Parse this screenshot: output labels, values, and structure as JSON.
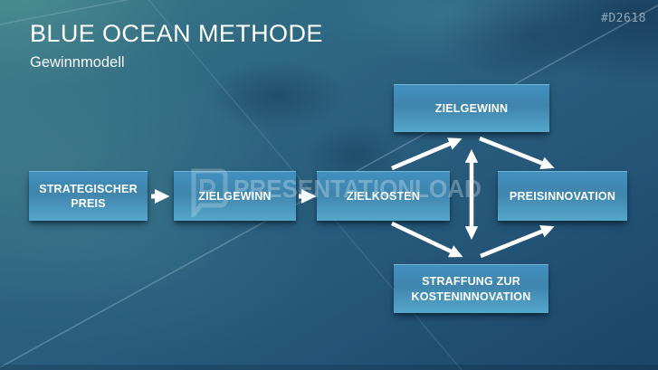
{
  "slide": {
    "title": "BLUE OCEAN METHODE",
    "subtitle": "Gewinnmodell",
    "code": "#D2618"
  },
  "watermark": {
    "text": "PRESENTATIONLOAD"
  },
  "diagram": {
    "flow_boxes": [
      {
        "label": "STRATEGISCHER PREIS"
      },
      {
        "label": "ZIELGEWINN"
      },
      {
        "label": "ZIELKOSTEN"
      }
    ],
    "diamond_boxes": {
      "top": {
        "label": "ZIELGEWINN"
      },
      "right": {
        "label": "PREISINNOVATION"
      },
      "bottom": {
        "label": "STRAFFUNG ZUR KOSTENINNOVATION"
      }
    },
    "colors": {
      "box_top": "#4290bf",
      "box_mid": "#3f85ad",
      "box_bottom": "#55a7cb",
      "arrow": "#ffffff"
    }
  }
}
